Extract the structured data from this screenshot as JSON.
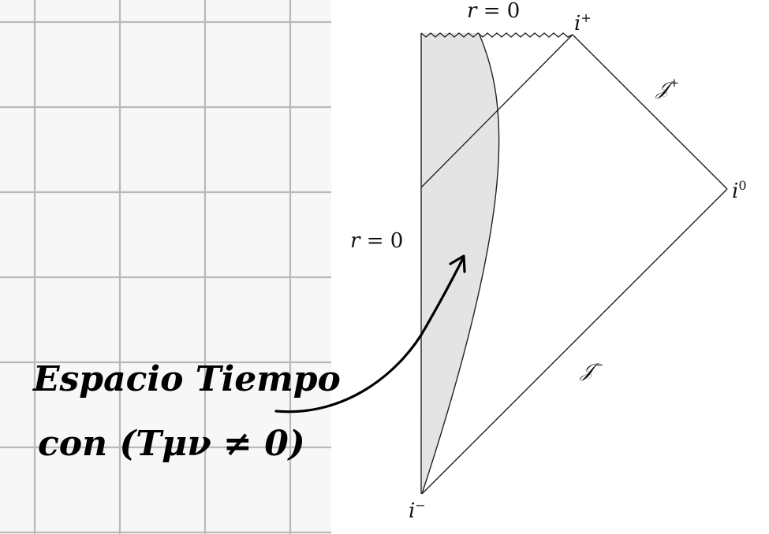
{
  "notes_panel": {
    "background": "#f7f7f7",
    "grid_color": "#b9b9b9"
  },
  "diagram": {
    "line_color": "#222222",
    "shaded_fill": "#e4e4e4",
    "labels": {
      "r_zero_top": {
        "var": "r",
        "eq": " = 0"
      },
      "r_zero_left": {
        "var": "r",
        "eq": " = 0"
      },
      "i_plus": {
        "base": "i",
        "sup": "+"
      },
      "i_zero": {
        "base": "i",
        "sup": "0"
      },
      "i_minus": {
        "base": "i",
        "sup": "−"
      },
      "scri_plus": {
        "base": "𝒥",
        "sup": "+"
      },
      "scri_minus": {
        "base": "𝒥",
        "sup": "−"
      }
    }
  },
  "handwritten_note": {
    "line1": "Espacio Tiempo",
    "line2": "con (Tμν ≠ 0)"
  }
}
